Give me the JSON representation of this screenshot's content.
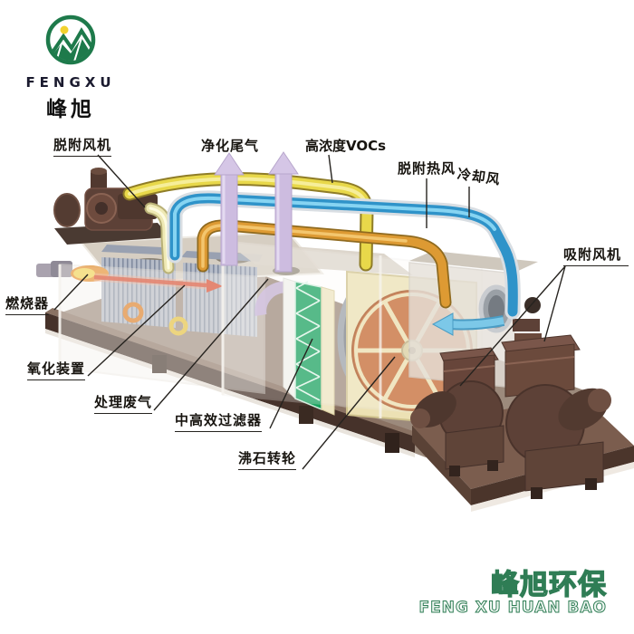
{
  "logo": {
    "brand_en": "FENGXU",
    "brand_cn": "峰旭",
    "icon": "mountain-sun-emblem"
  },
  "labels": {
    "desorption_fan": "脱附风机",
    "purified_exhaust": "净化尾气",
    "high_conc_vocs": "高浓度VOCs",
    "desorption_hot_air": "脱附热风",
    "cooling_air": "冷却风",
    "adsorption_fan": "吸附风机",
    "burner": "燃烧器",
    "oxidation_unit": "氧化装置",
    "treated_waste_gas": "处理废气",
    "medium_high_filter": "中高效过滤器",
    "zeolite_wheel": "沸石转轮"
  },
  "watermark": {
    "cn": "峰旭环保",
    "en": "FENG XU HUAN BAO"
  },
  "colors": {
    "logo_green": "#1e7a4b",
    "watermark_green": "#2f7d55",
    "voc_pipe_yellow": "#e8d84a",
    "cooling_pipe_blue": "#2f93c9",
    "hot_air_pipe_orange": "#dd9a33",
    "clean_air_duct_lavender": "#cdbce0",
    "zeolite_wheel_orange": "#c4662e",
    "filter_green": "#17a25e",
    "equipment_brown": "#5d4137",
    "base_brown": "#4b352b",
    "flame_orange": "#e88a20",
    "label_black": "#17140f"
  }
}
